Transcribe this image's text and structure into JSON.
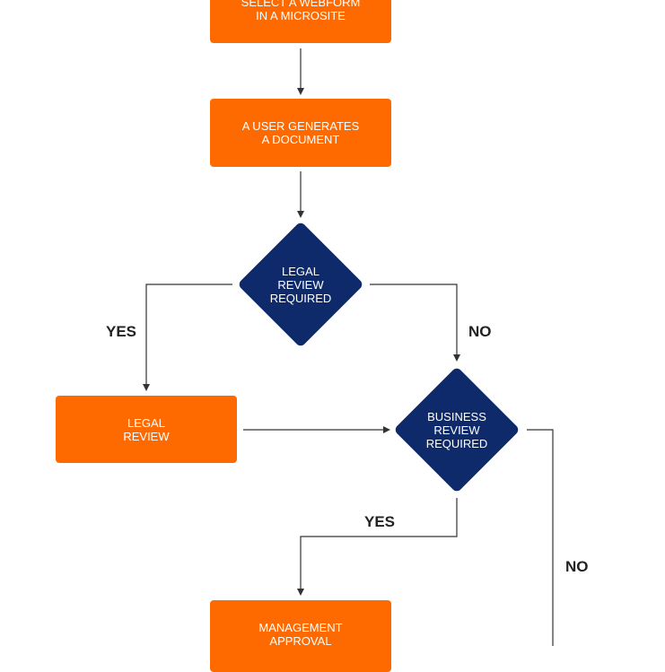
{
  "colors": {
    "process": "#ff6a00",
    "decision": "#0e2a6b",
    "connector": "#333333",
    "label_text": "#ffffff",
    "branch_text": "#222222"
  },
  "nodes": {
    "select_webform": "SELECT A WEBFORM\nIN A MICROSITE",
    "user_generates": "A USER GENERATES\nA DOCUMENT",
    "legal_review_required": "LEGAL\nREVIEW\nREQUIRED",
    "legal_review": "LEGAL\nREVIEW",
    "business_review_required": "BUSINESS\nREVIEW\nREQUIRED",
    "management_approval": "MANAGEMENT\nAPPROVAL"
  },
  "branches": {
    "legal_yes": "YES",
    "legal_no": "NO",
    "business_yes": "YES",
    "business_no": "NO"
  }
}
